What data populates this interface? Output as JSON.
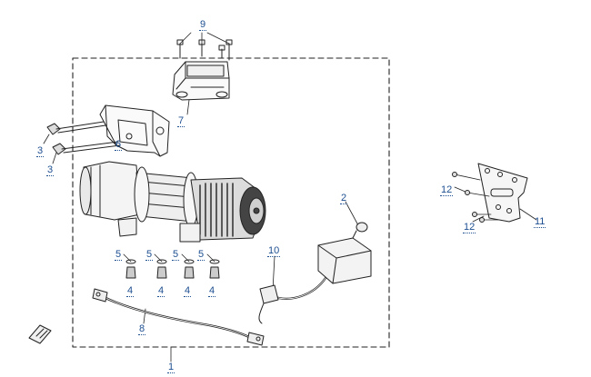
{
  "diagram": {
    "callouts": {
      "c1": "1",
      "c2": "2",
      "c3a": "3",
      "c3b": "3",
      "c4a": "4",
      "c4b": "4",
      "c4c": "4",
      "c4d": "4",
      "c5a": "5",
      "c5b": "5",
      "c5c": "5",
      "c5d": "5",
      "c6": "6",
      "c7": "7",
      "c8": "8",
      "c9": "9",
      "c10": "10",
      "c11": "11",
      "c12a": "12",
      "c12b": "12"
    }
  }
}
